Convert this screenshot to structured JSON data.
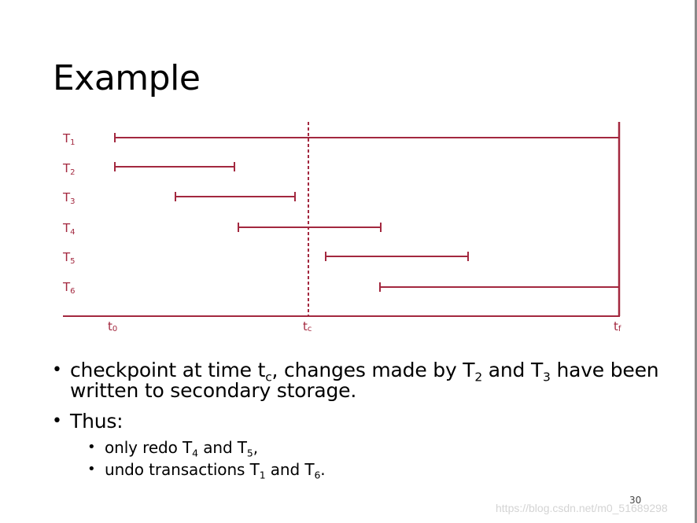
{
  "slide": {
    "title": "Example",
    "page_number": "30",
    "watermark": "https://blog.csdn.net/m0_51689298"
  },
  "diagram": {
    "transactions": [
      {
        "label": "T",
        "sub": "1",
        "start": "t0",
        "end": "tf"
      },
      {
        "label": "T",
        "sub": "2",
        "start": "t0",
        "end": "before tc"
      },
      {
        "label": "T",
        "sub": "3",
        "start": "after t0",
        "end": "before tc"
      },
      {
        "label": "T",
        "sub": "4",
        "start": "before tc",
        "end": "after tc"
      },
      {
        "label": "T",
        "sub": "5",
        "start": "after tc",
        "end": "before tf"
      },
      {
        "label": "T",
        "sub": "6",
        "start": "after tc",
        "end": "tf"
      }
    ],
    "time_axis": [
      {
        "label": "t",
        "sub": "0"
      },
      {
        "label": "t",
        "sub": "c"
      },
      {
        "label": "t",
        "sub": "f"
      }
    ],
    "color": "#a3283f"
  },
  "bullets": {
    "b1_pre": "checkpoint at time t",
    "b1_sub_c": "c",
    "b1_mid1": ", changes made by T",
    "b1_sub_2": "2",
    "b1_mid2": " and T",
    "b1_sub_3": "3",
    "b1_post": " have been written to secondary storage.",
    "b2": "Thus:",
    "b3_pre": "only redo T",
    "b3_sub_4": "4",
    "b3_mid": " and T",
    "b3_sub_5": "5",
    "b3_post": ",",
    "b4_pre": "undo transactions T",
    "b4_sub_1": "1",
    "b4_mid": " and T",
    "b4_sub_6": "6",
    "b4_post": "."
  }
}
